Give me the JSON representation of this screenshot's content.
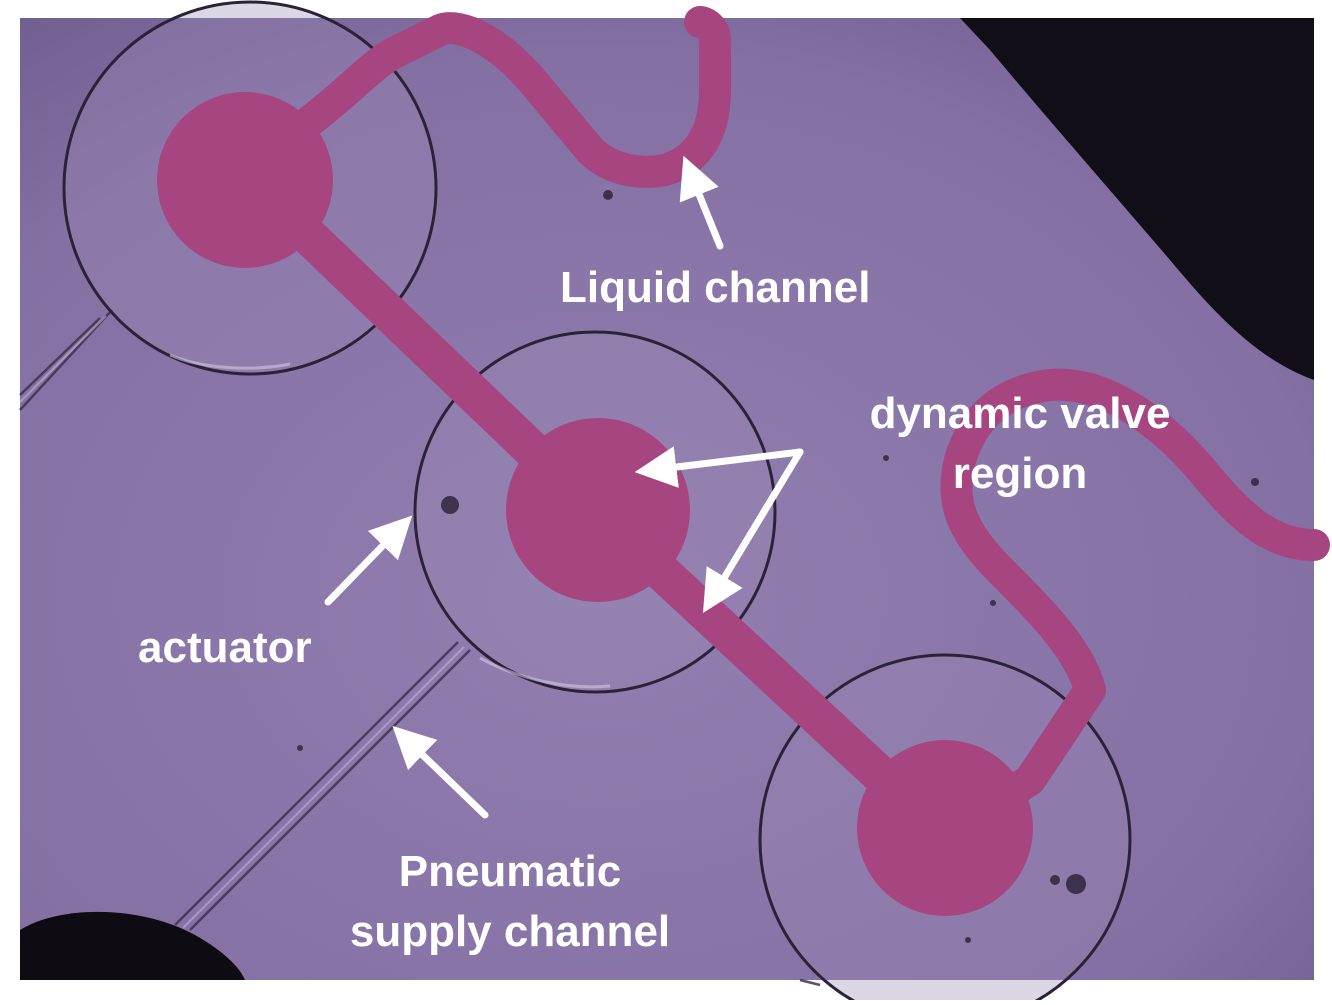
{
  "image": {
    "background": "#ffffff",
    "substrate_color": "#8a78a8",
    "channel_color": "#a6457f",
    "ring_color": "#2b2238",
    "dark_corner_color": "#14101c",
    "label_color": "#ffffff"
  },
  "labels": {
    "liquid_channel": "Liquid channel",
    "dynamic_valve_region_line1": "dynamic valve",
    "dynamic_valve_region_line2": "region",
    "actuator": "actuator",
    "pneumatic_supply_channel_line1": "Pneumatic",
    "pneumatic_supply_channel_line2": "supply channel"
  },
  "icons": {
    "arrow": "arrow-icon"
  }
}
